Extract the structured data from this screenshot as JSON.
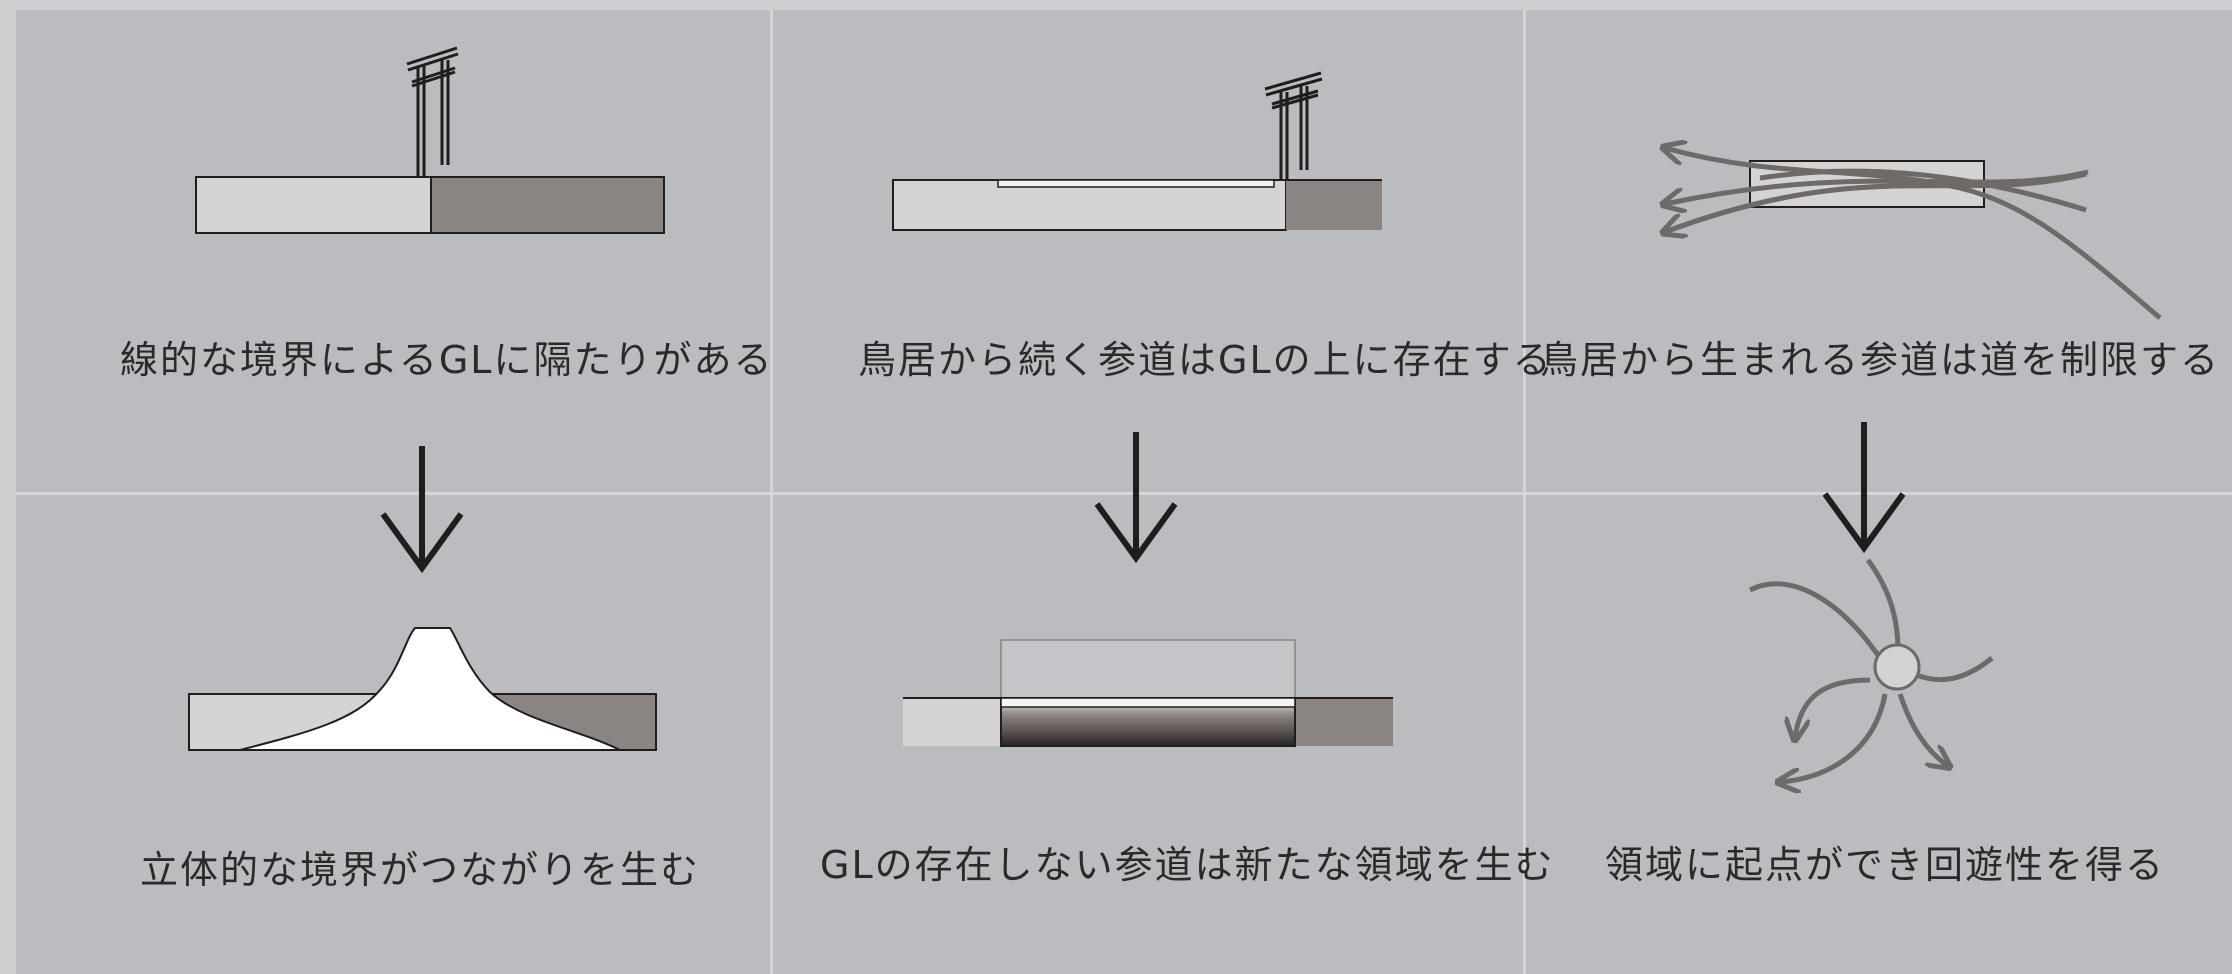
{
  "captions": {
    "top_left": "線的な境界によるGLに隔たりがある",
    "top_middle": "鳥居から続く参道はGLの上に存在する",
    "top_right": "鳥居から生まれる参道は道を制限する",
    "bottom_left": "立体的な境界がつながりを生む",
    "bottom_middle": "GLの存在しない参道は新たな領域を生む",
    "bottom_right": "領域に起点ができ回遊性を得る"
  },
  "colors": {
    "background": "#bbbcc0",
    "grid_line": "#d6d6d8",
    "light_ground": "#d6d3d3",
    "dark_ground": "#8a8482",
    "path_stroke": "#6e6a68",
    "ink": "#1e1e1e"
  },
  "icons": {
    "torii": "torii-gate-icon",
    "arrow": "down-arrow-icon"
  }
}
